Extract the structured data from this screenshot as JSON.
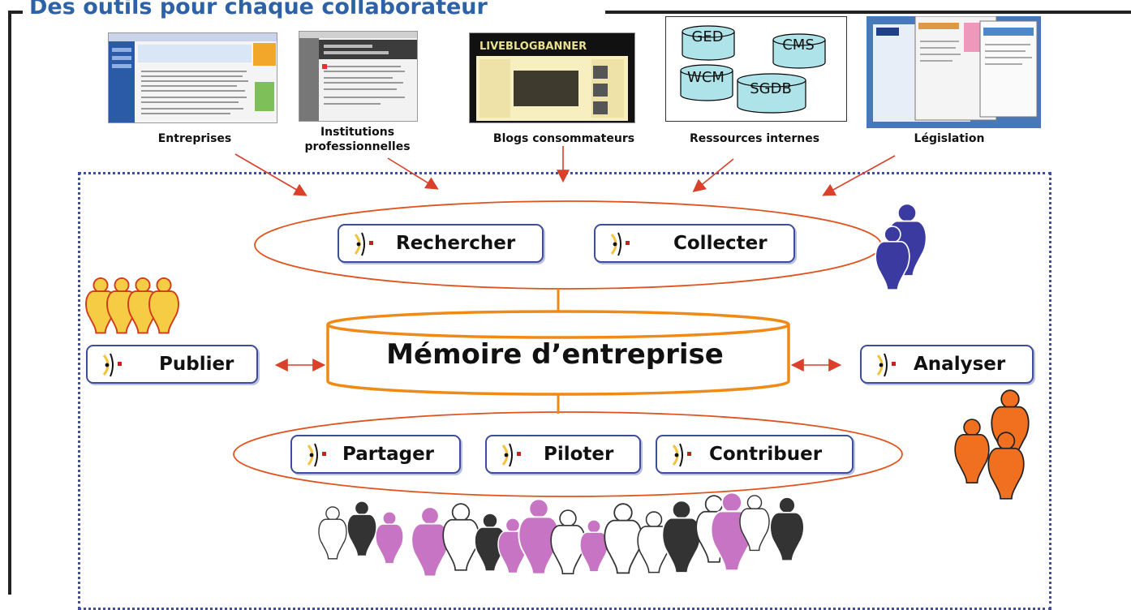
{
  "title": "Des outils pour chaque collaborateur",
  "sources": {
    "entreprises": "Entreprises",
    "institutions_line1": "Institutions",
    "institutions_line2": "professionnelles",
    "blogs": "Blogs consommateurs",
    "ressources": "Ressources internes",
    "legislation": "Législation"
  },
  "internal_resources": [
    "GED",
    "CMS",
    "WCM",
    "SGDB"
  ],
  "actions": {
    "rechercher": "Rechercher",
    "collecter": "Collecter",
    "publier": "Publier",
    "analyser": "Analyser",
    "partager": "Partager",
    "piloter": "Piloter",
    "contribuer": "Contribuer"
  },
  "memory": "Mémoire d’entreprise",
  "colors": {
    "title": "#2e62a6",
    "frame": "#222222",
    "dotted_box": "#3f4fa0",
    "ellipse": "#e0531e",
    "cylinder": "#f08a16",
    "arrows": "#d9412a",
    "button_border": "#3d4c9c",
    "people_blue": "#3b3aa0",
    "people_orange": "#f07020",
    "people_yellow": "#f7cc45",
    "people_purple": "#c874c4",
    "people_black": "#333333"
  }
}
